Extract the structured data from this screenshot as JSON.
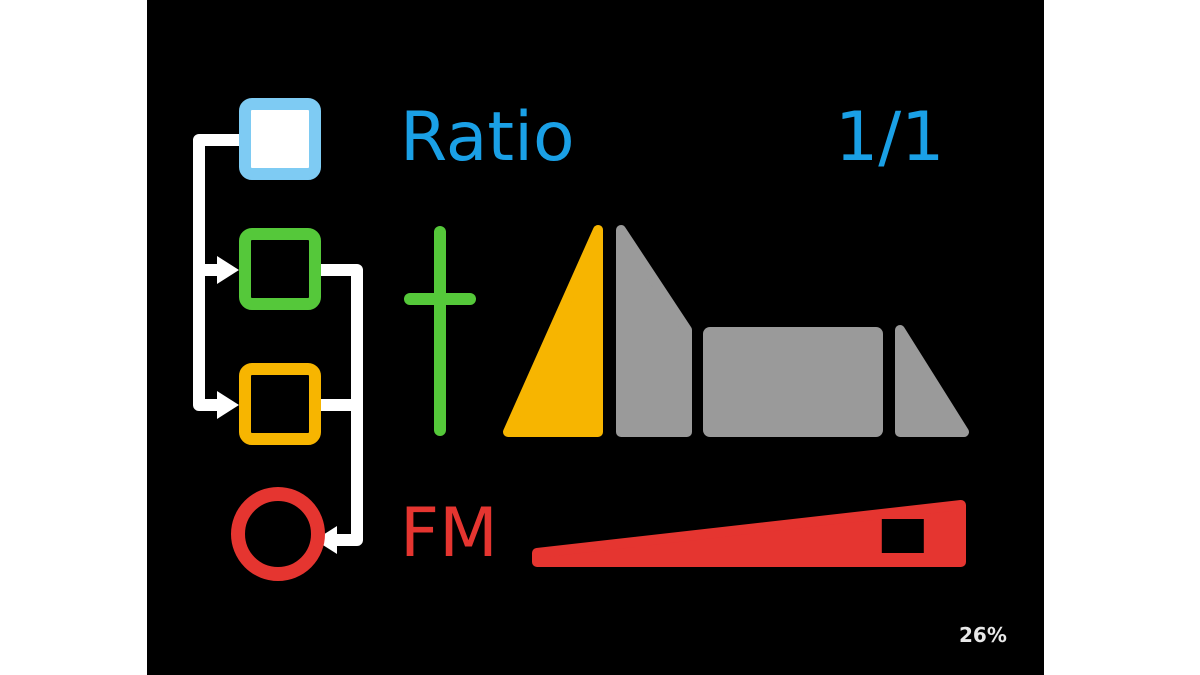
{
  "colors": {
    "background": "#000000",
    "carrier_blue": "#7ecbf3",
    "operator_green": "#55c83a",
    "operator_yellow": "#f7b500",
    "operator_red": "#e53530",
    "accent_text": "#1aa0e6",
    "inactive_gray": "#9a9a9a",
    "wire_white": "#ffffff"
  },
  "header": {
    "parameter_label": "Ratio",
    "parameter_value": "1/1"
  },
  "envelope": {
    "active_stage": "attack",
    "stages": [
      "attack",
      "decay",
      "sustain",
      "release"
    ]
  },
  "algorithm": {
    "operators": [
      "carrier-square",
      "green-operator",
      "yellow-operator",
      "red-operator-circle"
    ]
  },
  "fm": {
    "label": "FM",
    "amount_fraction": 0.88
  },
  "status": {
    "progress_text": "26%"
  }
}
